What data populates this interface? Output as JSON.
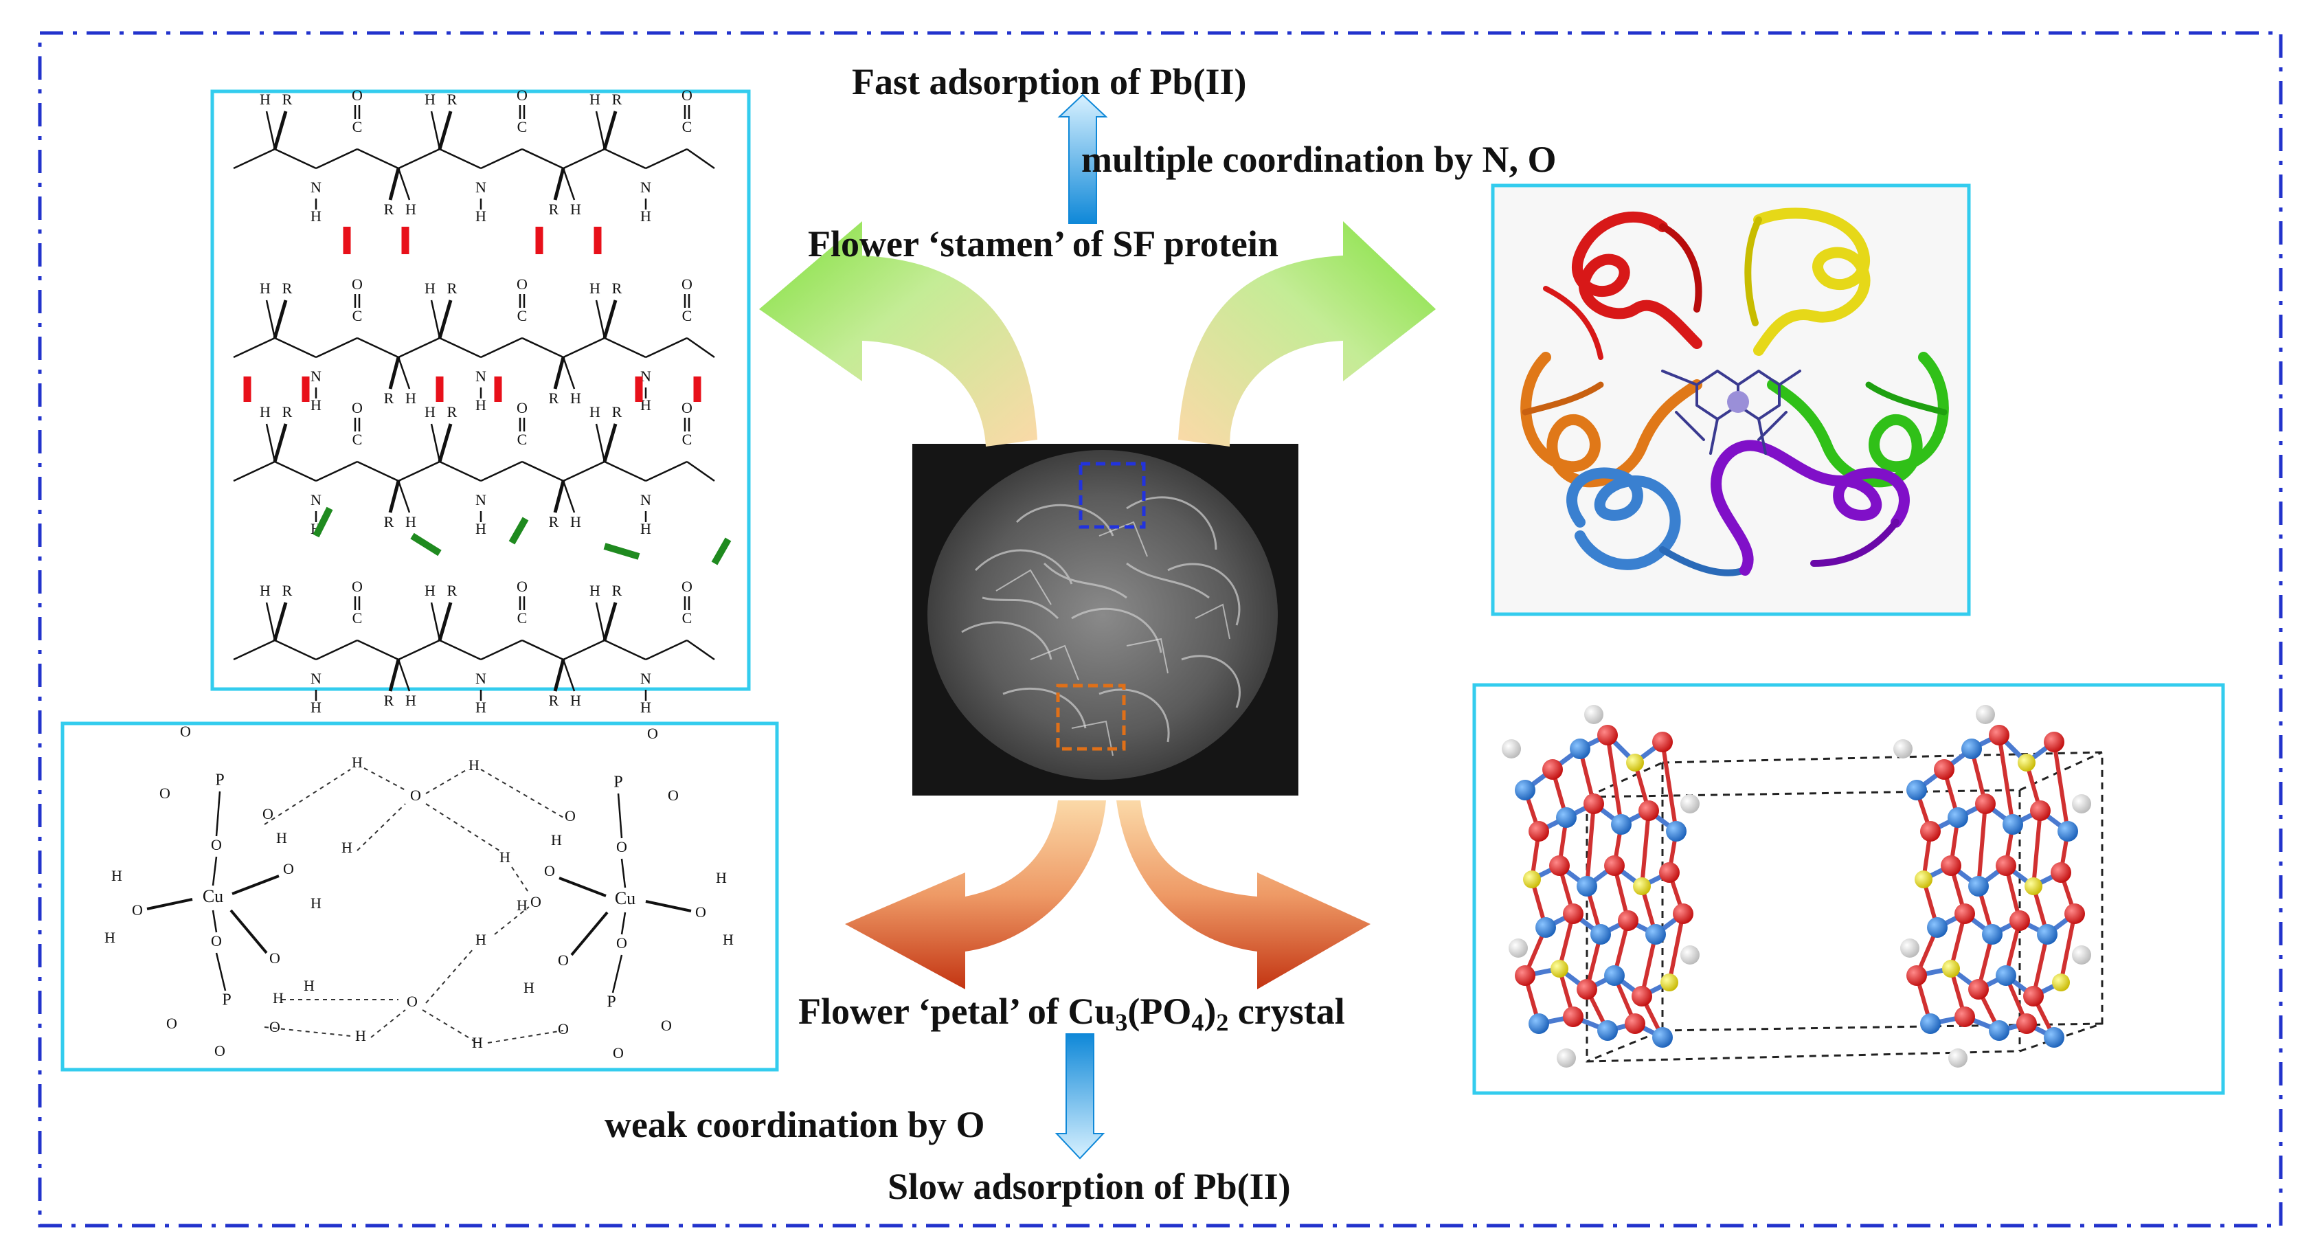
{
  "labels": {
    "fast": "Fast adsorption of Pb(II)",
    "multi": "multiple   coordination by N, O",
    "stamen": "Flower ‘stamen’ of SF protein",
    "petal_a": "Flower ‘petal’ of  Cu",
    "petal_s1": "3",
    "petal_b": "(PO",
    "petal_s2": "4",
    "petal_c": ")",
    "petal_s3": "2",
    "petal_d": " crystal",
    "weak": "weak  coordination by O",
    "slow": "Slow adsorption of Pb(II)"
  },
  "atoms": {
    "h": "H",
    "o": "O",
    "n": "N",
    "c": "C",
    "r": "R",
    "p": "P",
    "cu": "Cu"
  },
  "colors": {
    "frame_border": "#2233cc",
    "panel_border": "#33ccee",
    "hbond_red": "#e8101a",
    "hbond_green": "#1f8a1f",
    "arrow_green": "#7fe03a",
    "arrow_red": "#c8401a",
    "arrow_blue": "#1aa0e8",
    "atom_red": "#e01818",
    "atom_blue": "#2a7fd8",
    "atom_yellow": "#f0e020",
    "atom_white": "#eeeeee"
  }
}
